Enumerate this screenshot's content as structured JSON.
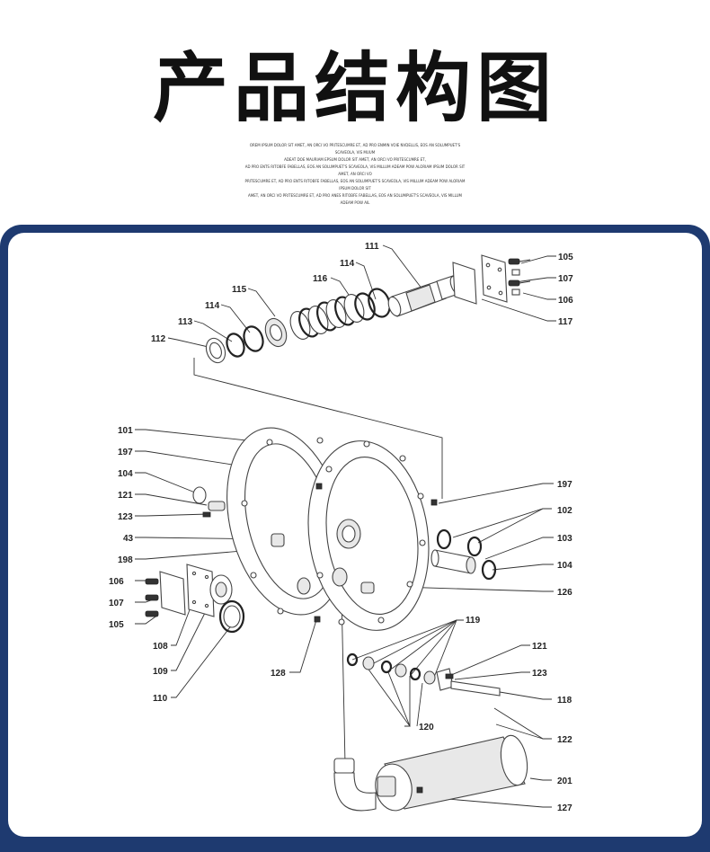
{
  "title": "产品结构图",
  "subtext_lines": [
    "OREM IPSUM DOLOR SIT AMET, AN ORCI VO PRITESCUMRE ET, AD PRO ENMIN VOIE NVDELLIS, EOS AN SOLUMPUET'S SCAVEOLA, VIS MUUM",
    "ADEAT DOE MAURIAM EPSUM DOLOR SIT AMET, AN ORCI VO PRITESCUMRE ET,",
    "AD PRO ENTS RITOBFE FABELLAS, EOS AN SOLUMPUET'S SCAVEOLA, VIS MILLUM ADEAM POW ALORIAM IPSUM DOLOR SIT AMET, AN ORCI VO",
    "PRITESCUMRE ET, AD PRO ENTS RITOBFE FABELLAS, EOS AN SOLUMPUET'S SCAVEOLA, VIS MILLUM ADEAM POW ALORIAM IPSUM DOLOR SIT",
    "AMET, AN ORCI VO PRITESCUMRE ET, AD PRO ANES RITOBFE FABELLAS, EOS AN SOLUMPUET'S SCAVEOLA, VIS MILLUM ADEAM POW AIL"
  ],
  "callouts": {
    "c101": "101",
    "c102": "102",
    "c103": "103",
    "c104a": "104",
    "c104b": "104",
    "c105a": "105",
    "c105b": "105",
    "c106a": "106",
    "c106b": "106",
    "c107a": "107",
    "c107b": "107",
    "c108": "108",
    "c109": "109",
    "c110": "110",
    "c111": "111",
    "c112": "112",
    "c113": "113",
    "c114a": "114",
    "c114b": "114",
    "c115": "115",
    "c116": "116",
    "c117": "117",
    "c118": "118",
    "c119": "119",
    "c120": "120",
    "c121a": "121",
    "c121b": "121",
    "c122": "122",
    "c123a": "123",
    "c123b": "123",
    "c126": "126",
    "c127": "127",
    "c128": "128",
    "c197a": "197",
    "c197b": "197",
    "c198": "198",
    "c201": "201",
    "c43": "43"
  }
}
